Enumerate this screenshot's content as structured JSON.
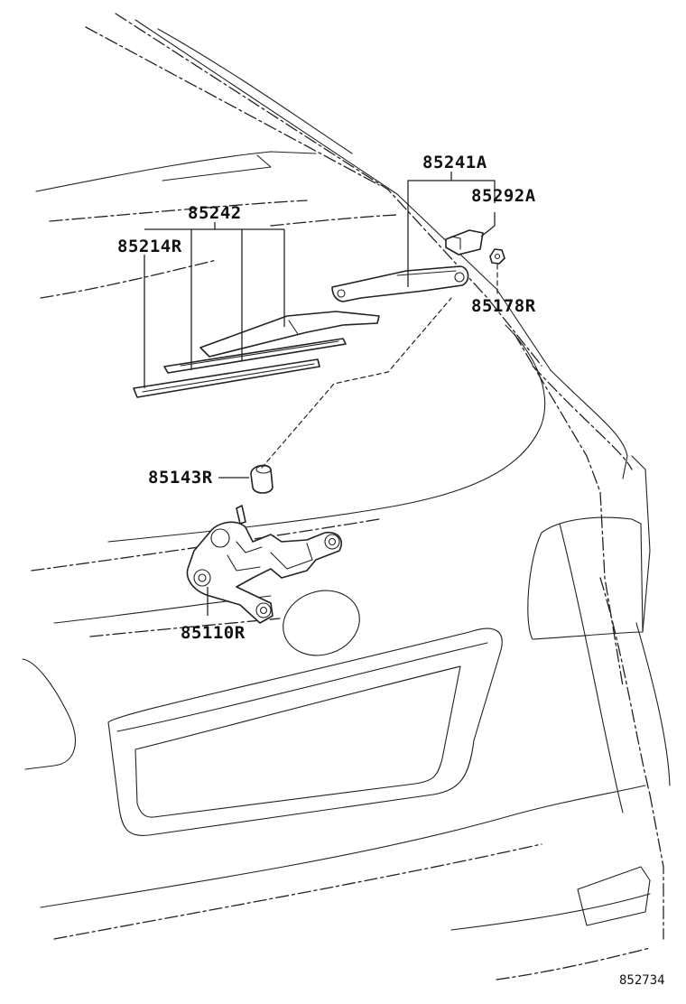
{
  "diagram_id": "852734",
  "parts": [
    {
      "key": "arm",
      "number": "85241A"
    },
    {
      "key": "cap",
      "number": "85292A"
    },
    {
      "key": "blade",
      "number": "85242"
    },
    {
      "key": "rubber",
      "number": "85214R"
    },
    {
      "key": "nut",
      "number": "85178R"
    },
    {
      "key": "grommet",
      "number": "85143R"
    },
    {
      "key": "motor",
      "number": "85110R"
    }
  ]
}
